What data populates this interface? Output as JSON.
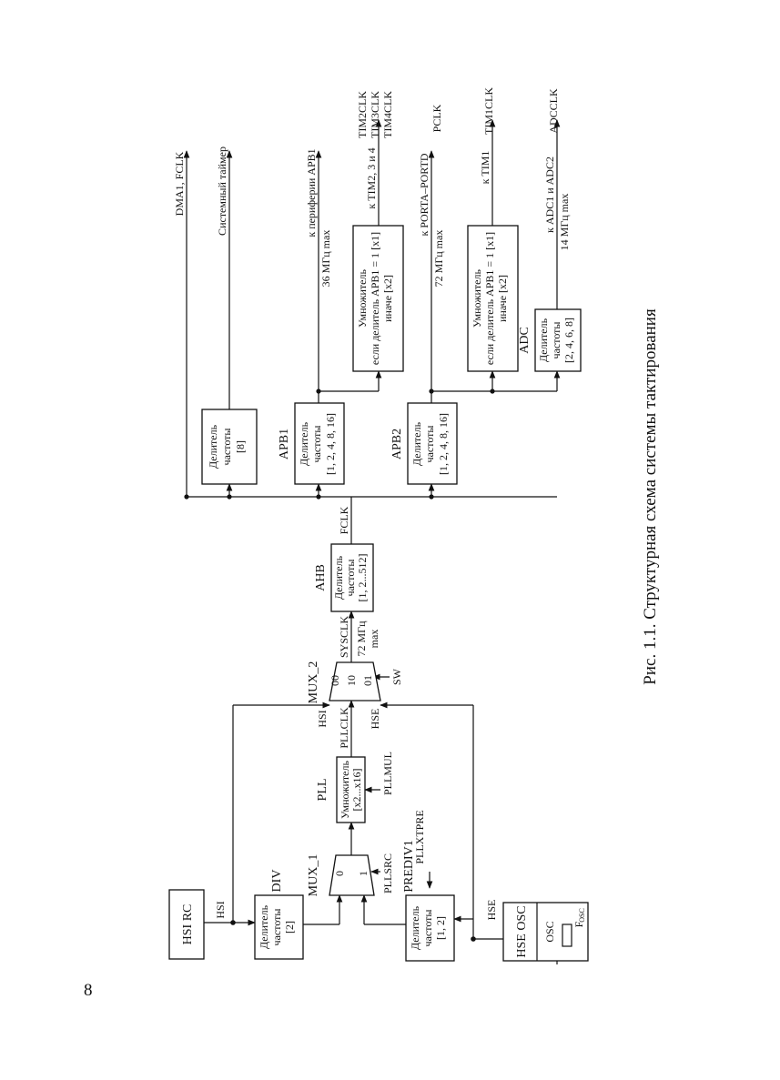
{
  "page_number": "8",
  "caption": "Рис. 1.1. Структурная схема системы тактирования",
  "blocks": {
    "hsi_rc": "HSI RC",
    "hse_osc": "HSE OSC",
    "osc": "OSC",
    "fosc": "F",
    "fosc_sub": "OSC",
    "div_title": "DIV",
    "div_lines": [
      "Делитель",
      "частоты",
      "[2]"
    ],
    "prediv_title": "PREDIV1",
    "prediv_lines": [
      "Делитель",
      "частоты",
      "[1, 2]"
    ],
    "mux1_title": "MUX_1",
    "mux1_in0": "0",
    "mux1_in1": "1",
    "pllsrc": "PLLSRC",
    "pllxtpre": "PLLXTPRE",
    "pll_title": "PLL",
    "pll_lines": [
      "Умножитель",
      "[x2...x16]"
    ],
    "pllmul": "PLLMUL",
    "mux2_title": "MUX_2",
    "mux2_in00": "00",
    "mux2_in10": "10",
    "mux2_in01": "01",
    "sw": "SW",
    "ahb_title": "AHB",
    "ahb_lines": [
      "Делитель",
      "частоты",
      "[1, 2...512]"
    ],
    "sysdiv_lines": [
      "Делитель",
      "частоты",
      "[8]"
    ],
    "apb1_title": "APB1",
    "apb1_lines": [
      "Делитель",
      "частоты",
      "[1, 2, 4, 8, 16]"
    ],
    "apb2_title": "APB2",
    "apb2_lines": [
      "Делитель",
      "частоты",
      "[1, 2, 4, 8, 16]"
    ],
    "mult1_lines": [
      "Умножитель",
      "если делитель APB1 = 1 [x1]",
      "иначе [x2]"
    ],
    "mult2_lines": [
      "Умножитель",
      "если делитель APB1 = 1 [x1]",
      "иначе [x2]"
    ],
    "adc_title": "ADC",
    "adc_lines": [
      "Делитель",
      "частоты",
      "[2, 4, 6, 8]"
    ]
  },
  "signals": {
    "hsi_a": "HSI",
    "hsi_b": "HSI",
    "hse_a": "HSE",
    "hse_b": "HSE",
    "pllclk": "PLLCLK",
    "sysclk": "SYSCLK",
    "sysclk_max_a": "72 МГц",
    "sysclk_max_b": "max",
    "fclk": "FCLK",
    "dma_fclk": "DMA1, FCLK",
    "systimer": "Системный таймер",
    "apb1_periph": "к периферии APB1",
    "apb1_max": "36 МГц max",
    "tim234_to": "к TIM2, 3 и 4",
    "tim2clk": "TIM2CLK",
    "tim3clk": "TIM3CLK",
    "tim4clk": "TIM4CLK",
    "porta": "к PORTA–PORTD",
    "apb2_max": "72 МГц max",
    "pclk": "PCLK",
    "tim1_to": "к TIM1",
    "tim1clk": "TIM1CLK",
    "adc_to": "к ADC1 и ADC2",
    "adc_max": "14 МГц max",
    "adcclk": "ADCCLK"
  }
}
